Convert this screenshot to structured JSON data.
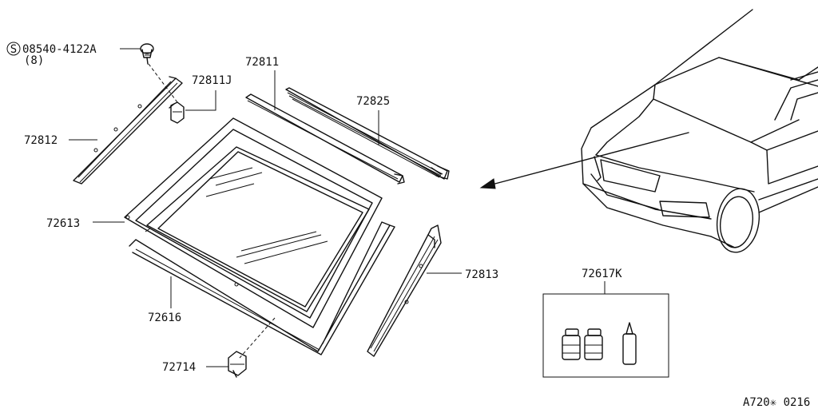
{
  "callouts": {
    "screw": "08540-4122A",
    "screw_qty": "(8)",
    "screw_symbol": "S",
    "molding_upper": "72811",
    "clip_upper": "72811J",
    "cowl_seal": "72825",
    "molding_side_left": "72812",
    "windshield_glass": "72613",
    "dam_rubber": "72616",
    "molding_side_right": "72813",
    "spacer": "72714",
    "adhesive_kit": "72617K"
  },
  "diagram_code": "A720✳ 0216"
}
